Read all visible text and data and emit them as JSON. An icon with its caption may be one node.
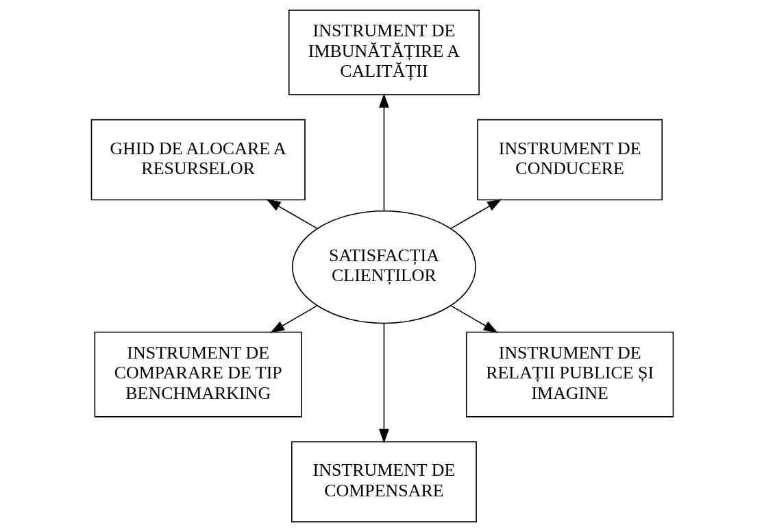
{
  "diagram": {
    "nodes": [
      {
        "text": [
          "INSTRUMENT DE CONDUCERE"
        ]
      },
      {
        "text": [
          "INSTRUMENT DE IMBUNĂTĂȚIRE A CALITĂȚII"
        ]
      },
      {
        "text": [
          "GHID DE ALOCARE A RESURSELOR"
        ]
      },
      {
        "text": [
          "SATISFACȚIA CLIENȚILOR"
        ]
      },
      {
        "text": [
          "INSTRUMENT DE COMPARARE DE TIP BENCHMARKING"
        ]
      },
      {
        "text": [
          "INSTRUMENT DE COMPENSARE"
        ]
      },
      {
        "text": [
          "INSTRUMENT DE RELAȚII PUBLICE ȘI IMAGINE"
        ]
      }
    ],
    "edges": [
      {
        "from": 3,
        "to": 0,
        "arrow": "to"
      },
      {
        "from": 3,
        "to": 1,
        "arrow": "to"
      },
      {
        "from": 3,
        "to": 2,
        "arrow": "to"
      },
      {
        "from": 3,
        "to": 4,
        "arrow": "to"
      },
      {
        "from": 3,
        "to": 5,
        "arrow": "to"
      },
      {
        "from": 3,
        "to": 6,
        "arrow": "to"
      }
    ]
  }
}
